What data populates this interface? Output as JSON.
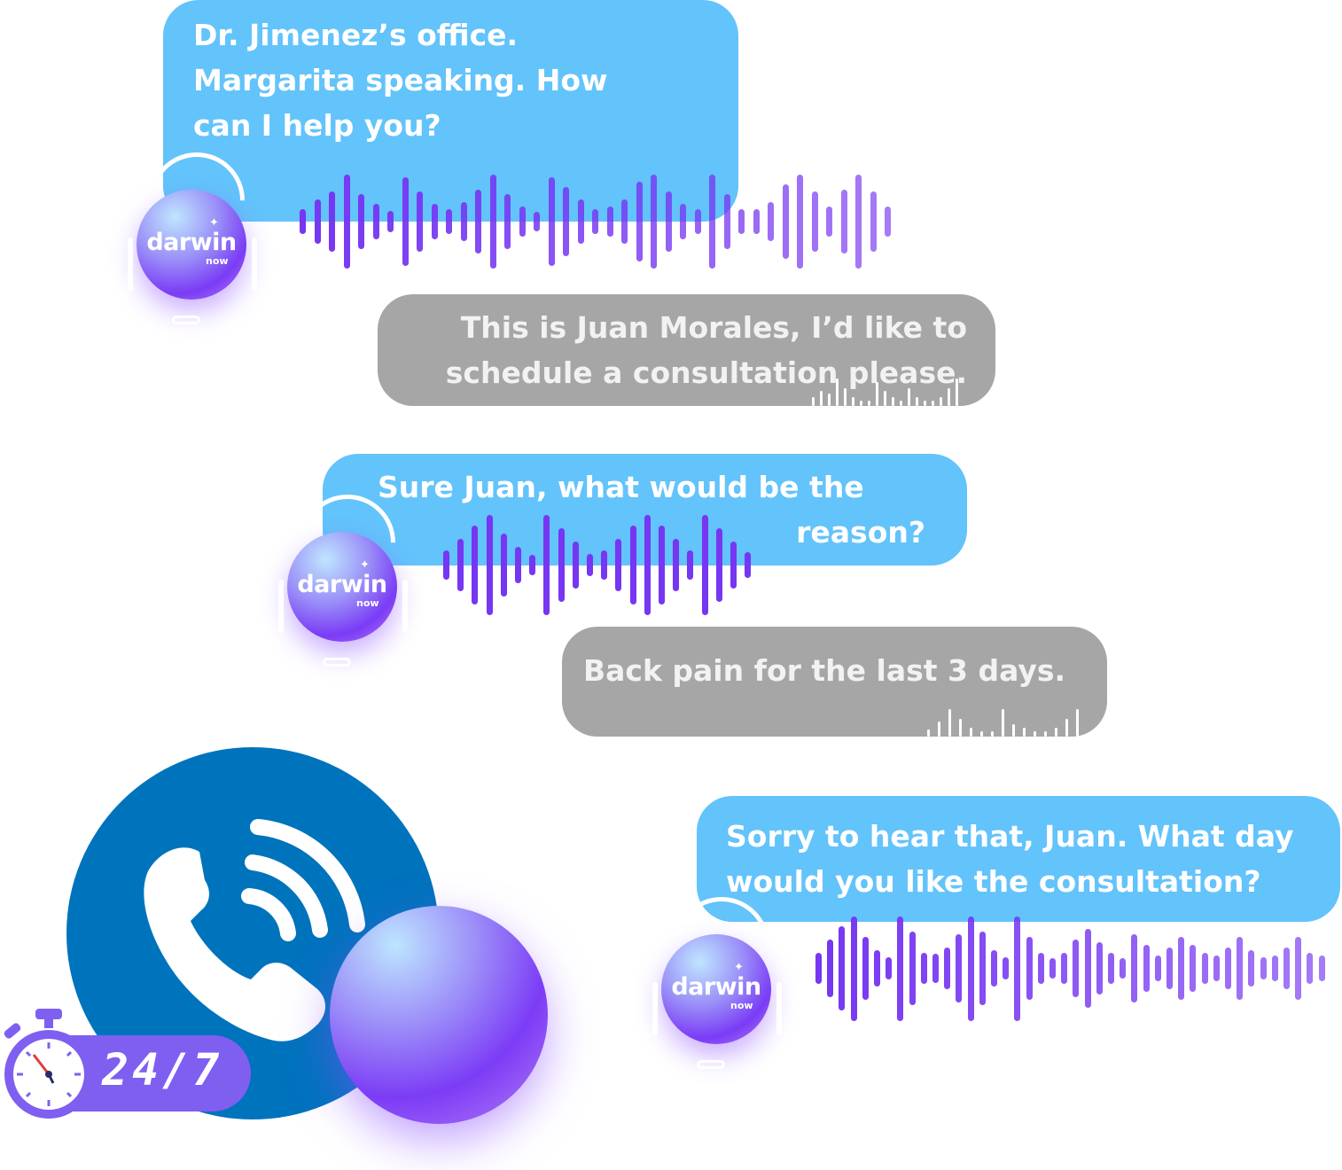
{
  "colors": {
    "ai_bubble": "#63c3fb",
    "caller_bubble": "#a6a6a6",
    "wave_purple": "#7636f2",
    "phone_blue": "#0073bd",
    "badge_purple": "#7e5ff0"
  },
  "brand": {
    "name": "darwin",
    "sub": "now"
  },
  "messages": [
    {
      "lines": [
        "Dr. Jimenez’s office.",
        "Margarita speaking. How",
        "can I help you?"
      ]
    },
    {
      "lines": [
        "This is Juan Morales, I’d like to",
        "schedule a consultation please."
      ]
    },
    {
      "lines": [
        "Sure Juan, what would be the",
        "reason?"
      ]
    },
    {
      "lines": [
        "Back pain for the last 3 days."
      ]
    },
    {
      "lines": [
        "Sorry to hear that, Juan. What day",
        "would you like the consultation?"
      ]
    }
  ],
  "availability": {
    "label": "24/7"
  },
  "icons": {
    "phone": "phone-ringing-icon",
    "timer": "stopwatch-icon",
    "avatar": "headset-orb-icon"
  }
}
